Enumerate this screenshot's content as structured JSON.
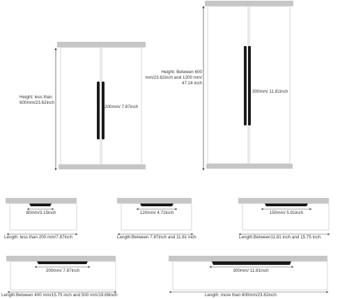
{
  "cabinet_small": {
    "height_label": "Height: less than 600mm/23.62inch",
    "handle_label": "200mm/ 7.87inch"
  },
  "cabinet_large": {
    "height_label": "Height: Between 600 mm/23.62inch and 1200 mm/ 47.24 inch",
    "handle_label": "300mm/ 11.81inch"
  },
  "drawers": [
    {
      "handle_label": "80mm/3.15inch",
      "length_label": "Length:  less than 200 mm/7.87inch"
    },
    {
      "handle_label": "120mm/ 4.72inch",
      "length_label": "Length:Between 7.87inch and 11.81 inch"
    },
    {
      "handle_label": "150mm/ 5.91inch",
      "length_label": "Length:Between11.81 inch and 15.75 inch"
    },
    {
      "handle_label": "200mm/ 7.87inch",
      "length_label": "Length:Between 400 mm/15.75 inch and 500 mm/19.69inch"
    },
    {
      "handle_label": "300mm/ 11.81inch",
      "length_label": "Length:  more than 600mm/23.62inch"
    }
  ],
  "colors": {
    "panel_top": "#c4c4c4",
    "panel_edge": "#d0d0d0",
    "handle": "#1a1a1a",
    "dim_line": "#444444"
  }
}
